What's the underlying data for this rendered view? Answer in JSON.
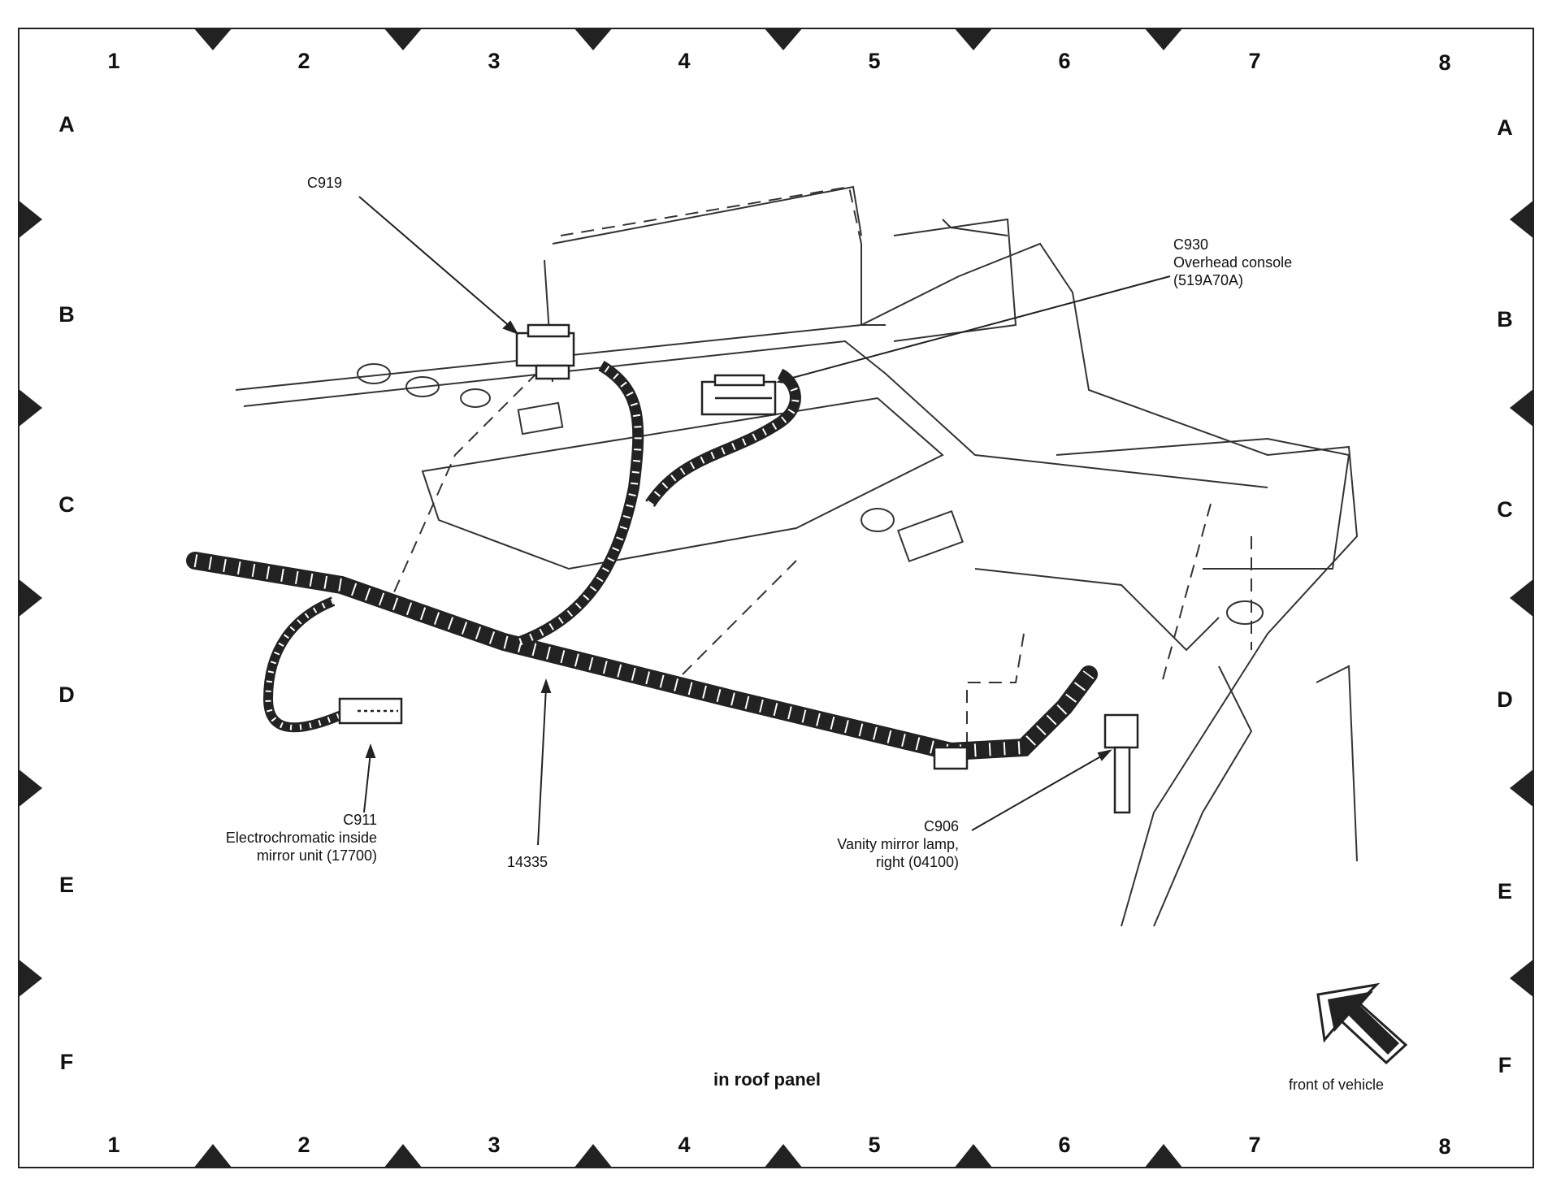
{
  "grid": {
    "columns": [
      "1",
      "2",
      "3",
      "4",
      "5",
      "6",
      "7",
      "8"
    ],
    "rows": [
      "A",
      "B",
      "C",
      "D",
      "E",
      "F"
    ]
  },
  "callouts": {
    "c919": "C919",
    "c930": "C930\nOverhead console\n(519A70A)",
    "c911": "C911\nElectrochromatic inside\nmirror unit (17700)",
    "harness": "14335",
    "c906": "C906\nVanity mirror lamp,\nright (04100)"
  },
  "caption": "in roof panel",
  "orientation_label": "front of vehicle"
}
